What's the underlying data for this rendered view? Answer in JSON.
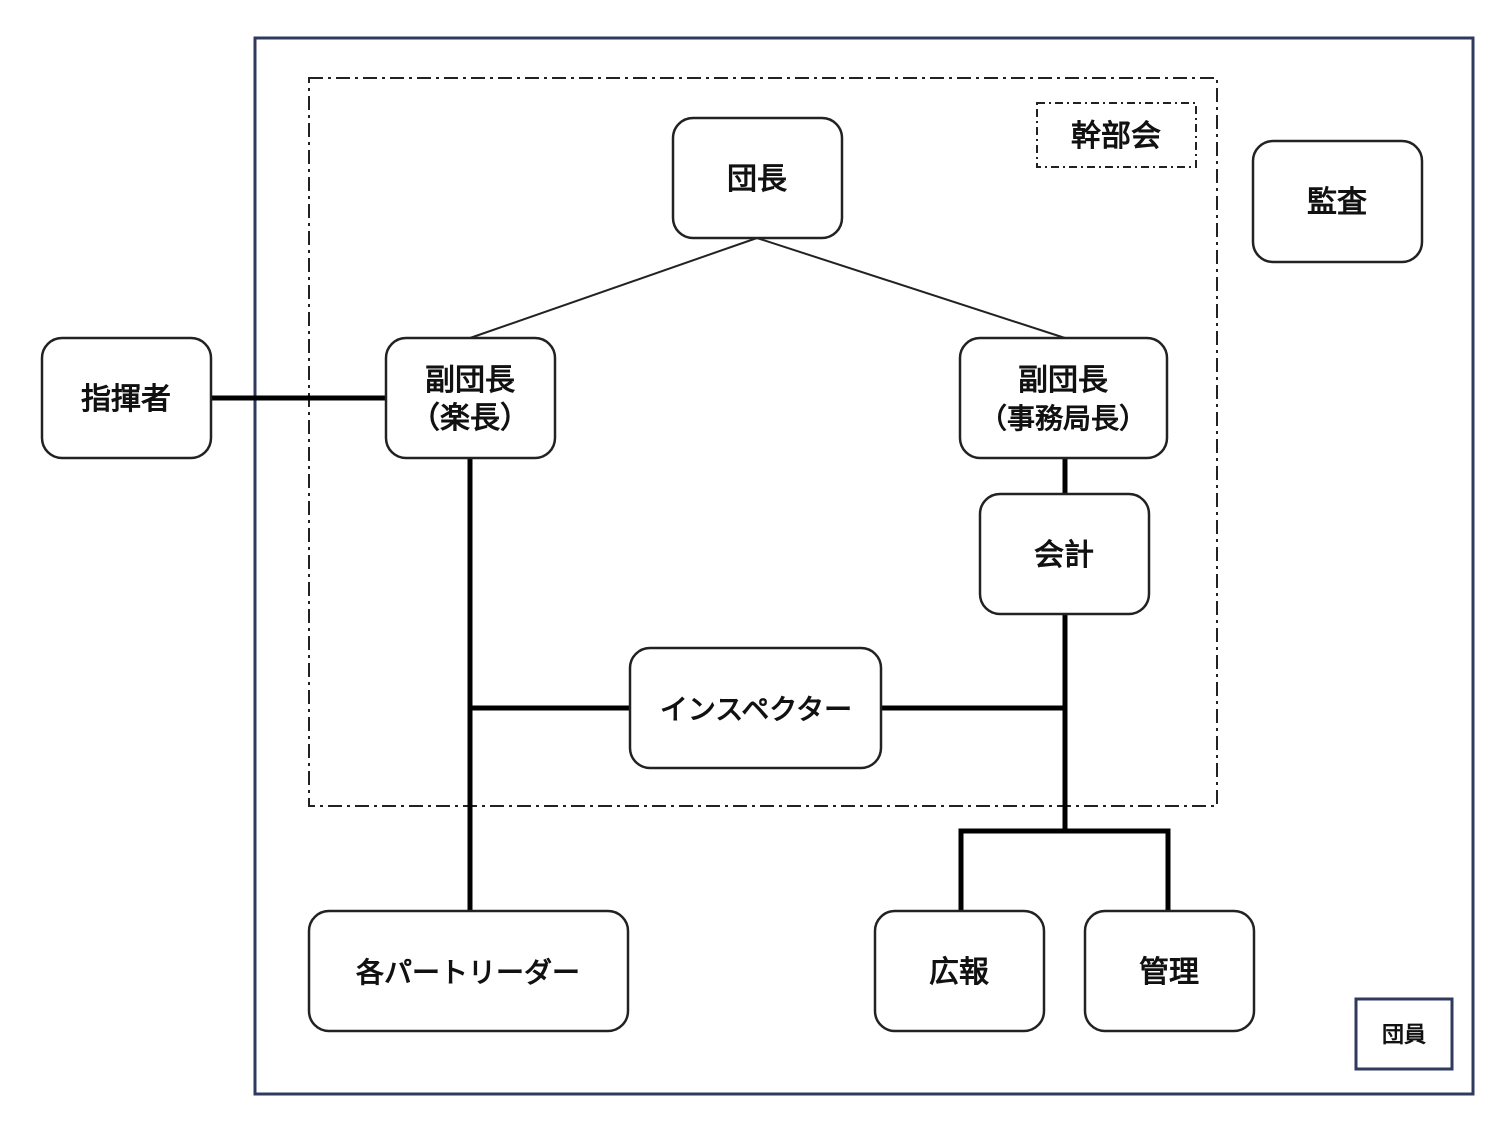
{
  "org_chart": {
    "nodes": {
      "dancho": "団長",
      "kansa": "監査",
      "shikisha": "指揮者",
      "fukudancho_gakucho": [
        "副団長",
        "（楽長）"
      ],
      "fukudancho_jimukyokucho": [
        "副団長",
        "（事務局長）"
      ],
      "kaikei": "会計",
      "inspector": "インスペクター",
      "part_leaders": "各パートリーダー",
      "koho": "広報",
      "kanri": "管理"
    },
    "labels": {
      "executive_board": "幹部会",
      "members": "団員"
    }
  }
}
